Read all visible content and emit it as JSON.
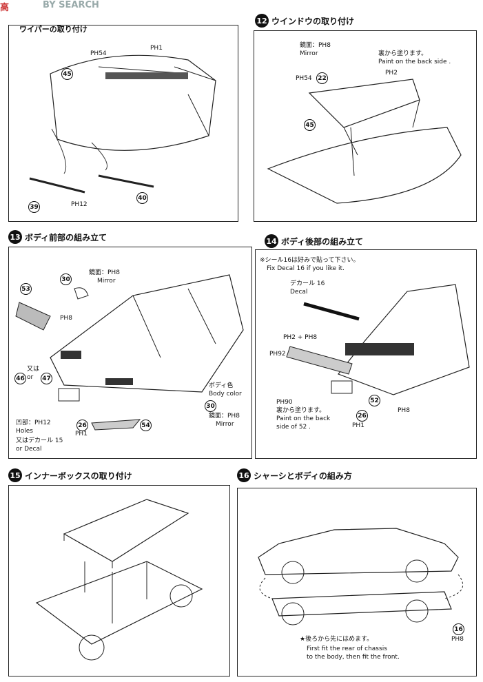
{
  "watermark": {
    "logo": "高",
    "brand": "BY SEARCH"
  },
  "panel11": {
    "title": "ワイパーの取り付け",
    "code_ph54": "PH54",
    "code_ph1": "PH1",
    "code_ph12": "PH12",
    "p45": "45",
    "p39": "39",
    "p40": "40"
  },
  "panel12": {
    "num": "12",
    "title": "ウインドウの取り付け",
    "mirror_jp": "鏡面：PH8",
    "mirror_en": "Mirror",
    "paint_jp": "裏から塗ります。",
    "paint_en": "Paint on the back side .",
    "code_ph2": "PH2",
    "code_ph54": "PH54",
    "p22": "22",
    "p45": "45"
  },
  "panel13": {
    "num": "13",
    "title": "ボディ前部の組み立て",
    "mirror_jp": "鏡面：PH8",
    "mirror_en": "Mirror",
    "code_ph8": "PH8",
    "or_jp": "又は",
    "or_en": "or",
    "holes_jp": "凹部：PH12",
    "holes_en": "Holes",
    "decal_jp": "又はデカール 15",
    "decal_en": "or Decal",
    "body_jp": "ボディ色",
    "body_en": "Body color",
    "mirror2_jp": "鏡面：PH8",
    "mirror2_en": "Mirror",
    "code_ph1": "PH1",
    "p30": "30",
    "p53": "53",
    "p46": "46",
    "p47": "47",
    "p26": "26",
    "p54": "54",
    "p30b": "30"
  },
  "panel14": {
    "num": "14",
    "title": "ボディ後部の組み立て",
    "note_jp": "※シール16は好みで貼って下さい。",
    "note_en": "Fix Decal 16 if you like it.",
    "decal_jp": "デカール 16",
    "decal_en": "Decal",
    "code_ph2_8": "PH2 + PH8",
    "code_ph92": "PH92",
    "code_ph90": "PH90",
    "paint_jp": "裏から塗ります。",
    "paint_en": "Paint on the back",
    "paint_en2": "side of 52 .",
    "code_ph1": "PH1",
    "code_ph8": "PH8",
    "p52": "52",
    "p26": "26"
  },
  "panel15": {
    "num": "15",
    "title": "インナーボックスの取り付け"
  },
  "panel16": {
    "num": "16",
    "title": "シャーシとボディの組み方",
    "note_jp": "★後ろから先にはめます。",
    "note_en1": "First fit the rear of chassis",
    "note_en2": "to the body, then fit the front.",
    "p16": "16",
    "code_ph8": "PH8"
  }
}
